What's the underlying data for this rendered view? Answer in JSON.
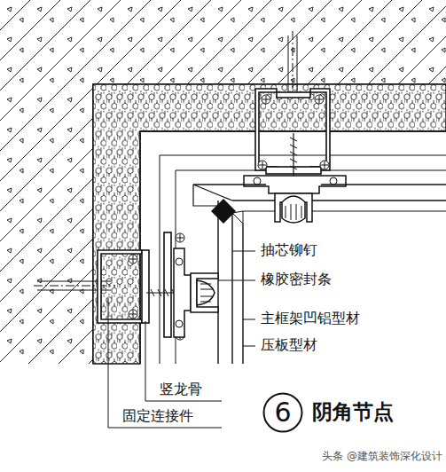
{
  "diagram": {
    "title": "阴角节点",
    "nodes": [
      {
        "text": [
          "6"
        ]
      }
    ],
    "labels": [
      "抽芯铆钉",
      "橡胶密封条",
      "主框架凹铝型材",
      "压板型材",
      "竖龙骨",
      "固定连接件",
      "头条 @建筑装饰深化设计"
    ]
  }
}
